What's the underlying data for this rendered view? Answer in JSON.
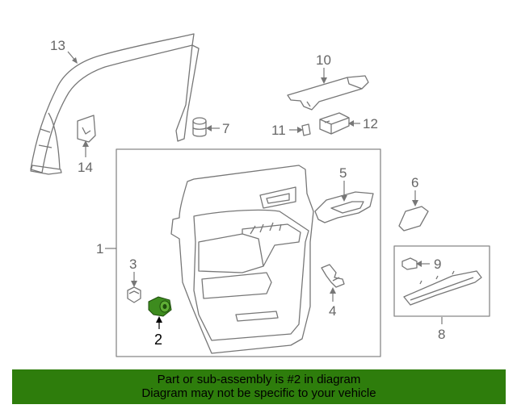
{
  "diagram": {
    "callouts": {
      "c1": "1",
      "c2": "2",
      "c3": "3",
      "c4": "4",
      "c5": "5",
      "c6": "6",
      "c7": "7",
      "c8": "8",
      "c9": "9",
      "c10": "10",
      "c11": "11",
      "c12": "12",
      "c13": "13",
      "c14": "14"
    },
    "highlight_part": "2",
    "colors": {
      "line": "#777777",
      "box": "#888888",
      "highlight": "#3d8b1e",
      "banner": "#2e7d0c"
    }
  },
  "banner": {
    "line1": "Part or sub-assembly is #2 in diagram",
    "line2": "Diagram may not be specific to your vehicle"
  }
}
